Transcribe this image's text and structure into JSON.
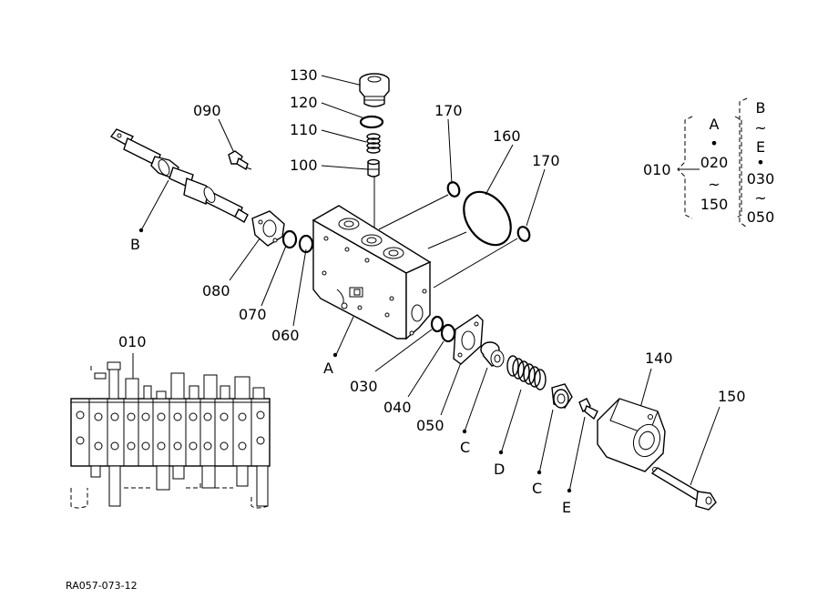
{
  "drawing_id": "RA057-073-12",
  "callouts": {
    "p130": "130",
    "p120": "120",
    "p110": "110",
    "p100": "100",
    "p090": "090",
    "p170a": "170",
    "p160": "160",
    "p170b": "170",
    "pB1": "B",
    "p080": "080",
    "p070": "070",
    "p060": "060",
    "pA1": "A",
    "p030": "030",
    "p040": "040",
    "p050": "050",
    "pC1": "C",
    "pD": "D",
    "pC2": "C",
    "pE": "E",
    "p140": "140",
    "p150": "150",
    "p010": "010"
  },
  "legend": {
    "ref": "010",
    "left_col": [
      "A",
      "•",
      "020",
      "~",
      "150"
    ],
    "right_col": [
      "B",
      "~",
      "E",
      "•",
      "030",
      "~",
      "050"
    ]
  }
}
